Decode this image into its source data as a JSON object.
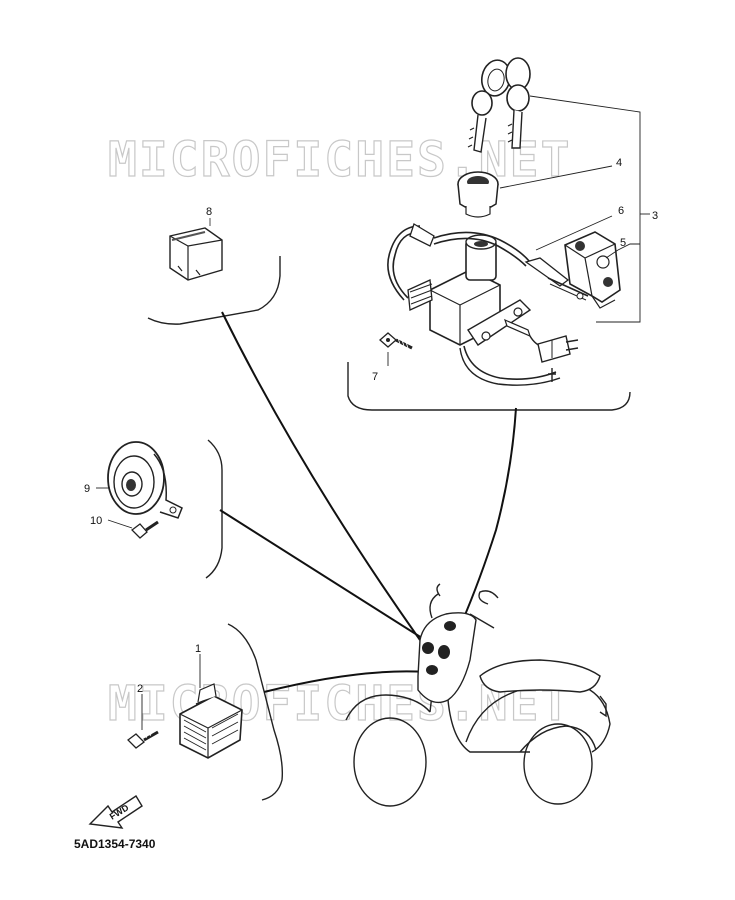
{
  "watermark_text": "MICROFICHES.NET",
  "diagram_code": "5AD1354-7340",
  "direction_label": "FWD",
  "callouts": {
    "n1": "1",
    "n2": "2",
    "n3": "3",
    "n4": "4",
    "n5": "5",
    "n6": "6",
    "n7": "7",
    "n8": "8",
    "n9": "9",
    "n10": "10"
  }
}
